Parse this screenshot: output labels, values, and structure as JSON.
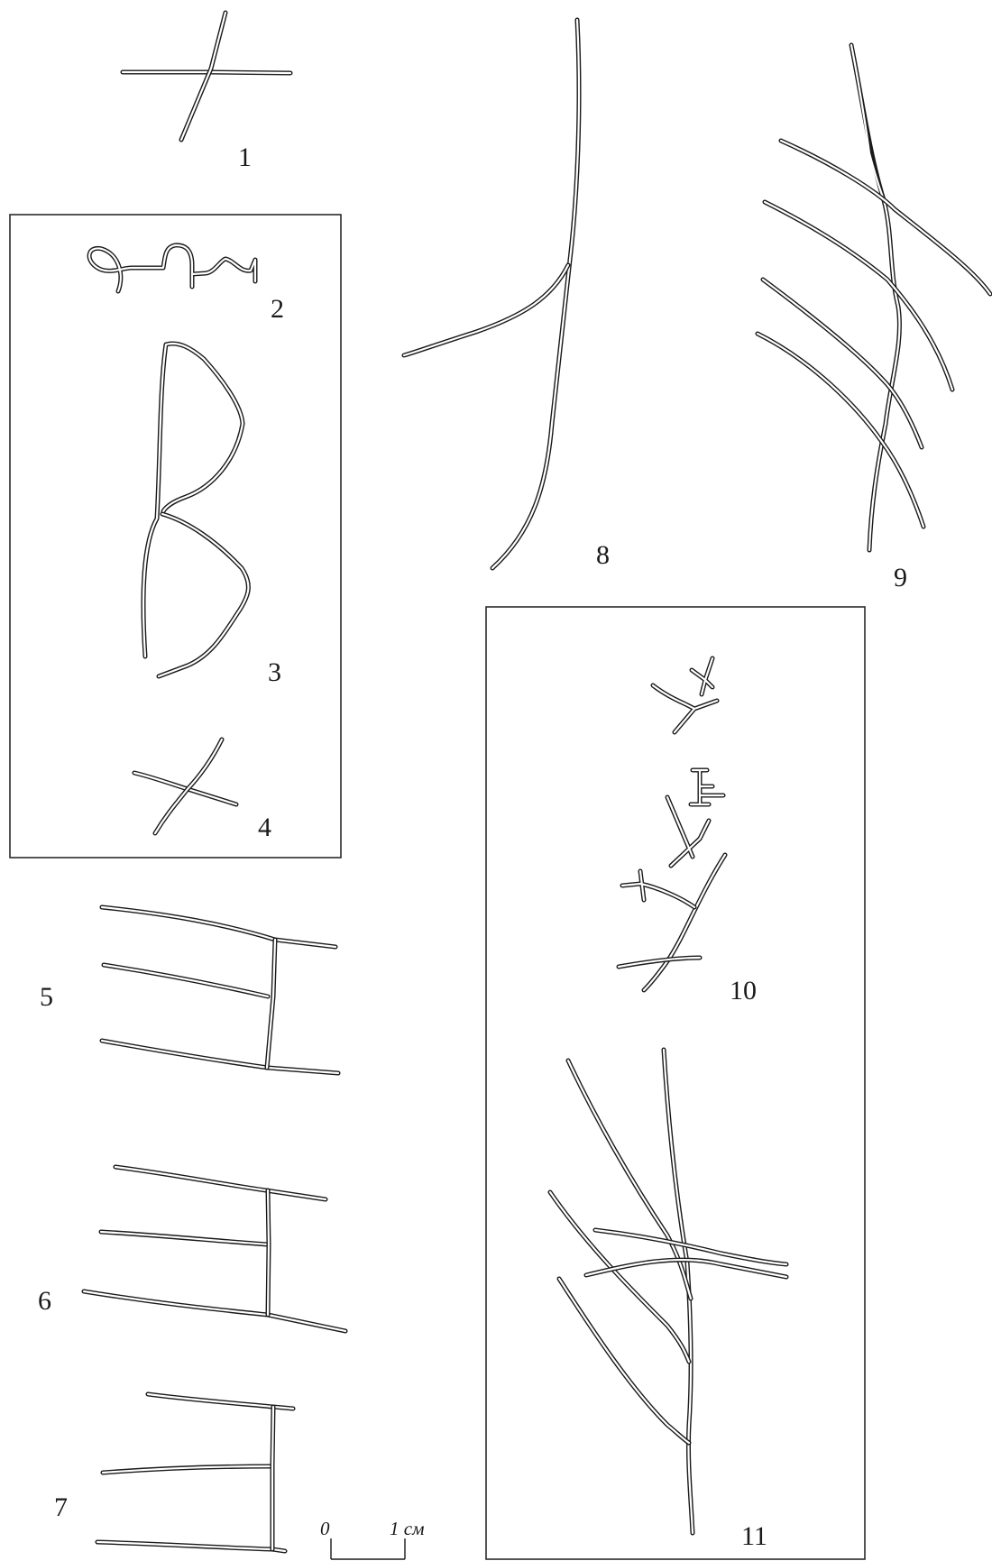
{
  "figure": {
    "labels": {
      "m1": "1",
      "m2": "2",
      "m3": "3",
      "m4": "4",
      "m5": "5",
      "m6": "6",
      "m7": "7",
      "m8": "8",
      "m9": "9",
      "m10": "10",
      "m11": "11"
    },
    "scale": {
      "start": "0",
      "end": "1 см"
    }
  }
}
